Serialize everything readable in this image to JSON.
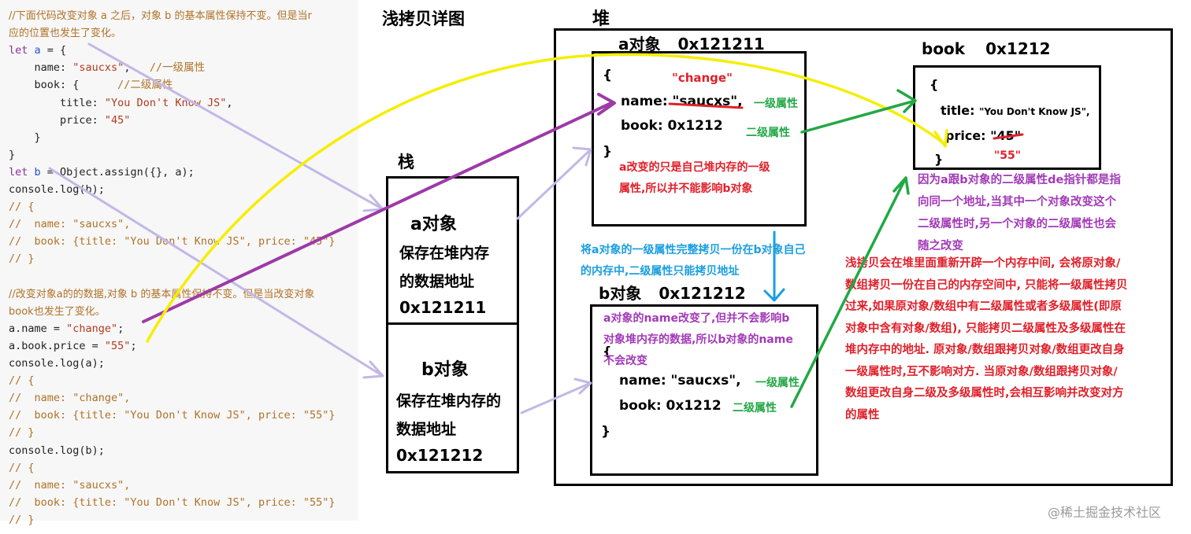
{
  "code": {
    "lines": [
      [
        {
          "t": "//下面代码改变对象 a 之后，对象 b 的基本属性保持不变。但是当r",
          "c": "cmz"
        }
      ],
      [
        {
          "t": "应的位置也发生了变化。",
          "c": "cmz"
        }
      ],
      [
        {
          "t": "let ",
          "c": "kw"
        },
        {
          "t": "a",
          "c": "var"
        },
        {
          "t": " = {",
          "c": "pl"
        }
      ],
      [
        {
          "t": "    name: ",
          "c": "pl"
        },
        {
          "t": "\"saucxs\"",
          "c": "str"
        },
        {
          "t": ",   ",
          "c": "pl"
        },
        {
          "t": "//一级属性",
          "c": "cm"
        }
      ],
      [
        {
          "t": "    book: {      ",
          "c": "pl"
        },
        {
          "t": "//二级属性",
          "c": "cm"
        }
      ],
      [
        {
          "t": "        title: ",
          "c": "pl"
        },
        {
          "t": "\"You Don't Know JS\"",
          "c": "str"
        },
        {
          "t": ",",
          "c": "pl"
        }
      ],
      [
        {
          "t": "        price: ",
          "c": "pl"
        },
        {
          "t": "\"45\"",
          "c": "str"
        }
      ],
      [
        {
          "t": "    }",
          "c": "pl"
        }
      ],
      [
        {
          "t": "}",
          "c": "pl"
        }
      ],
      [
        {
          "t": "let ",
          "c": "kw"
        },
        {
          "t": "b",
          "c": "var"
        },
        {
          "t": " = Object.assign({}, a);",
          "c": "pl"
        }
      ],
      [
        {
          "t": "console.log(b);",
          "c": "pl"
        }
      ],
      [
        {
          "t": "// {",
          "c": "cm"
        }
      ],
      [
        {
          "t": "//  name: \"saucxs\",",
          "c": "cm"
        }
      ],
      [
        {
          "t": "//  book: {title: \"You Don't Know JS\", price: \"45\"}",
          "c": "cm"
        }
      ],
      [
        {
          "t": "// }",
          "c": "cm"
        }
      ],
      [],
      [
        {
          "t": "//改变对象a的的数据,对象 b 的基本属性保持不变。但是当改变对象",
          "c": "cmz"
        }
      ],
      [
        {
          "t": "book也发生了变化。",
          "c": "cmz"
        }
      ],
      [
        {
          "t": "a.name = ",
          "c": "pl"
        },
        {
          "t": "\"change\"",
          "c": "str"
        },
        {
          "t": ";",
          "c": "pl"
        }
      ],
      [
        {
          "t": "a.book.price = ",
          "c": "pl"
        },
        {
          "t": "\"55\"",
          "c": "str"
        },
        {
          "t": ";",
          "c": "pl"
        }
      ],
      [
        {
          "t": "console.log(a);",
          "c": "pl"
        }
      ],
      [
        {
          "t": "// {",
          "c": "cm"
        }
      ],
      [
        {
          "t": "//  name: \"change\",",
          "c": "cm"
        }
      ],
      [
        {
          "t": "//  book: {title: \"You Don't Know JS\", price: \"55\"}",
          "c": "cm"
        }
      ],
      [
        {
          "t": "// }",
          "c": "cm"
        }
      ],
      [
        {
          "t": "console.log(b);",
          "c": "pl"
        }
      ],
      [
        {
          "t": "// {",
          "c": "cm"
        }
      ],
      [
        {
          "t": "//  name: \"saucxs\",",
          "c": "cm"
        }
      ],
      [
        {
          "t": "//  book: {title: \"You Don't Know JS\", price: \"55\"}",
          "c": "cm"
        }
      ],
      [
        {
          "t": "// }",
          "c": "cm"
        }
      ]
    ]
  },
  "diagram": {
    "title": "浅拷贝详图",
    "stack": {
      "label": "栈",
      "a": {
        "name": "a对象",
        "l1": "保存在堆内存",
        "l2": "的数据地址",
        "addr": "0x121211"
      },
      "b": {
        "name": "b对象",
        "l1": "保存在堆内存的",
        "l2": "数据地址",
        "addr": "0x121212"
      }
    },
    "heap": {
      "label": "堆",
      "a_obj": {
        "label": "a对象",
        "addr": "0x121211",
        "open": "{",
        "changed": "\"change\"",
        "name_line": "name: \"saucxs\",",
        "book_line": "book: 0x1212",
        "close": "}",
        "tag1": "一级属性",
        "tag2": "二级属性",
        "note1": "a改变的只是自己堆内存的一级",
        "note2": "属性,所以并不能影响b对象"
      },
      "b_obj": {
        "label": "b对象",
        "addr": "0x121212",
        "note1": "a对象的name改变了,但并不会影响b",
        "note2": "对象堆内存的数据,所以b对象的name",
        "note3": "不会改变",
        "open": "{",
        "name_line": "name: \"saucxs\",",
        "book_line": "book: 0x1212",
        "close": "}",
        "tag1": "一级属性",
        "tag2": "二级属性"
      },
      "book_obj": {
        "label": "book",
        "addr": "0x1212",
        "open": "{",
        "title_key": "title:",
        "title_val": "\"You Don't Know JS\",",
        "price_line": "price: \"45\"",
        "changed": "\"55\"",
        "close": "}"
      },
      "copy_note1": "将a对象的一级属性完整拷贝一份在b对象自己",
      "copy_note2": "的内存中,二级属性只能拷贝地址",
      "pointer_note": [
        "因为a跟b对象的二级属性de指针都是指",
        "向同一个地址,当其中一个对象改变这个",
        "二级属性时,另一个对象的二级属性也会",
        "随之改变"
      ],
      "summary": [
        " 浅拷贝会在堆里面重新开辟一个内存中间, 会将原对象/",
        "数组拷贝一份在自己的内存空间中, 只能将一级属性拷贝",
        "过来,如果原对象/数组中有二级属性或者多级属性(即原",
        "对象中含有对象/数组), 只能拷贝二级属性及多级属性在",
        "堆内存中的地址.  原对象/数组跟拷贝对象/数组更改自身",
        "一级属性时,互不影响对方.  当原对象/数组跟拷贝对象/",
        "数组更改自身二级及多级属性时,会相互影响并改变对方",
        "的属性"
      ]
    }
  },
  "watermark": "@稀土掘金技术社区",
  "colors": {
    "red": "#e0202a",
    "green": "#22a845",
    "purple": "#a23ab8",
    "blue": "#1a9ee0",
    "yellow": "#f5ee00",
    "lavender": "#c2b8e6"
  }
}
